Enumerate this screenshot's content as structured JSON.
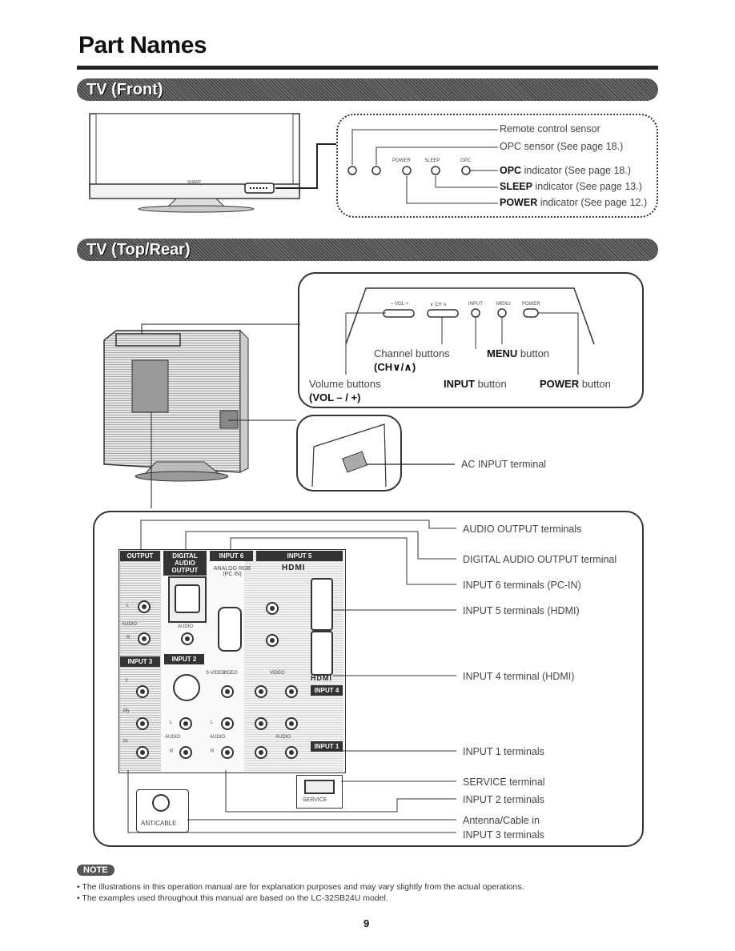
{
  "page_title": "Part Names",
  "sections": {
    "front": {
      "heading": "TV (Front)",
      "tv_brand": "SHARP",
      "indicator_names": [
        "POWER",
        "SLEEP",
        "OPC"
      ],
      "callouts": [
        "Remote control sensor",
        "OPC sensor (See page 18.)",
        "OPC",
        " indicator (See page 18.)",
        "SLEEP",
        " indicator (See page 13.)",
        "POWER",
        " indicator (See page 12.)"
      ]
    },
    "rear": {
      "heading": "TV (Top/Rear)",
      "top_button_labels": [
        "– VOL +",
        "∨ CH ∧",
        "INPUT",
        "MENU",
        "POWER"
      ],
      "channel_buttons_1": "Channel buttons",
      "channel_buttons_2": "(CH∨/∧)",
      "menu_button_bold": "MENU",
      "menu_button_rest": " button",
      "volume_buttons_1": "Volume buttons",
      "volume_buttons_2": "(VOL – / +)",
      "input_button_bold": "INPUT",
      "input_button_rest": " button",
      "power_button_bold": "POWER",
      "power_button_rest": " button",
      "ac_input": "AC INPUT terminal",
      "terminal_callouts": [
        "AUDIO OUTPUT terminals",
        "DIGITAL AUDIO OUTPUT terminal",
        "INPUT 6 terminals (PC-IN)",
        "INPUT 5 terminals (HDMI)",
        "INPUT 4 terminal (HDMI)",
        "INPUT 1 terminals",
        "SERVICE terminal",
        "INPUT 2 terminals",
        "Antenna/Cable in",
        "INPUT 3 terminals"
      ],
      "panel_labels": {
        "output": "OUTPUT",
        "digital": "DIGITAL AUDIO OUTPUT",
        "input6": "INPUT 6",
        "analog": "ANALOG RGB (PC IN)",
        "input5": "INPUT 5",
        "hdmi": "HDMI",
        "input3": "INPUT 3",
        "input2": "INPUT 2",
        "input4": "INPUT 4",
        "input1": "INPUT 1",
        "svideo": "S-VIDEO",
        "video": "VIDEO",
        "audio": "AUDIO",
        "service": "SERVICE",
        "antcable": "ANT/CABLE",
        "l": "L",
        "r": "R",
        "y": "Y",
        "pb": "Pb",
        "pr": "Pr"
      }
    }
  },
  "note": {
    "icon": "NOTE",
    "items": [
      "The illustrations in this operation manual are for explanation purposes and may vary slightly from the actual operations.",
      "The examples used throughout this manual are based on the LC-32SB24U model."
    ]
  },
  "page_number": "9"
}
